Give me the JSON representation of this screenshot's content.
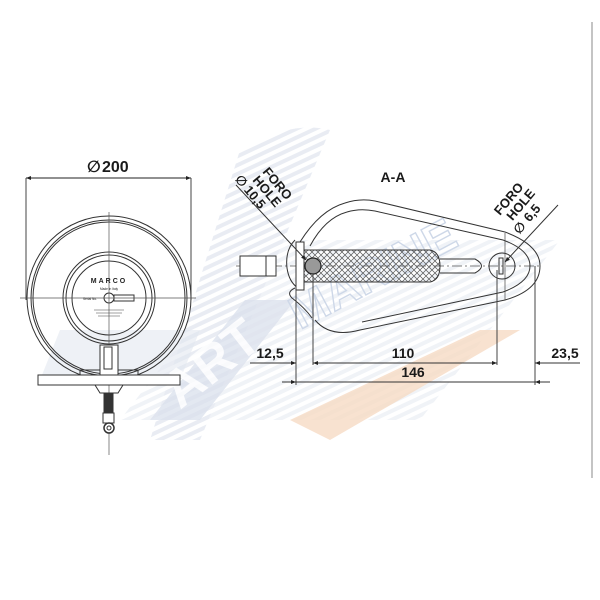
{
  "drawing": {
    "section_label": "A-A",
    "front_view": {
      "diameter_label": "∅200",
      "diameter_symbol": "∅",
      "diameter_value": "200",
      "face_brand": "MARCO",
      "face_line1": "Made in Italy",
      "face_line2": "Serial No."
    },
    "hole_left": {
      "label_it": "FORO",
      "label_en": "HOLE",
      "diameter_symbol": "∅",
      "value": "10,5"
    },
    "hole_right": {
      "label_it": "FORO",
      "label_en": "HOLE",
      "diameter_symbol": "∅",
      "value": "6,5"
    },
    "dimensions": {
      "left_offset": "12,5",
      "center_span": "110",
      "right_offset": "23,5",
      "overall_length": "146"
    }
  },
  "watermark": {
    "text_left": "ART",
    "text_right": "MARINE",
    "color_blue": "#c9d4e6",
    "color_orange": "#f6d2b6"
  },
  "colors": {
    "line": "#3a3a3a",
    "text": "#1a1a1a",
    "hatch": "#555555",
    "background": "#ffffff"
  }
}
